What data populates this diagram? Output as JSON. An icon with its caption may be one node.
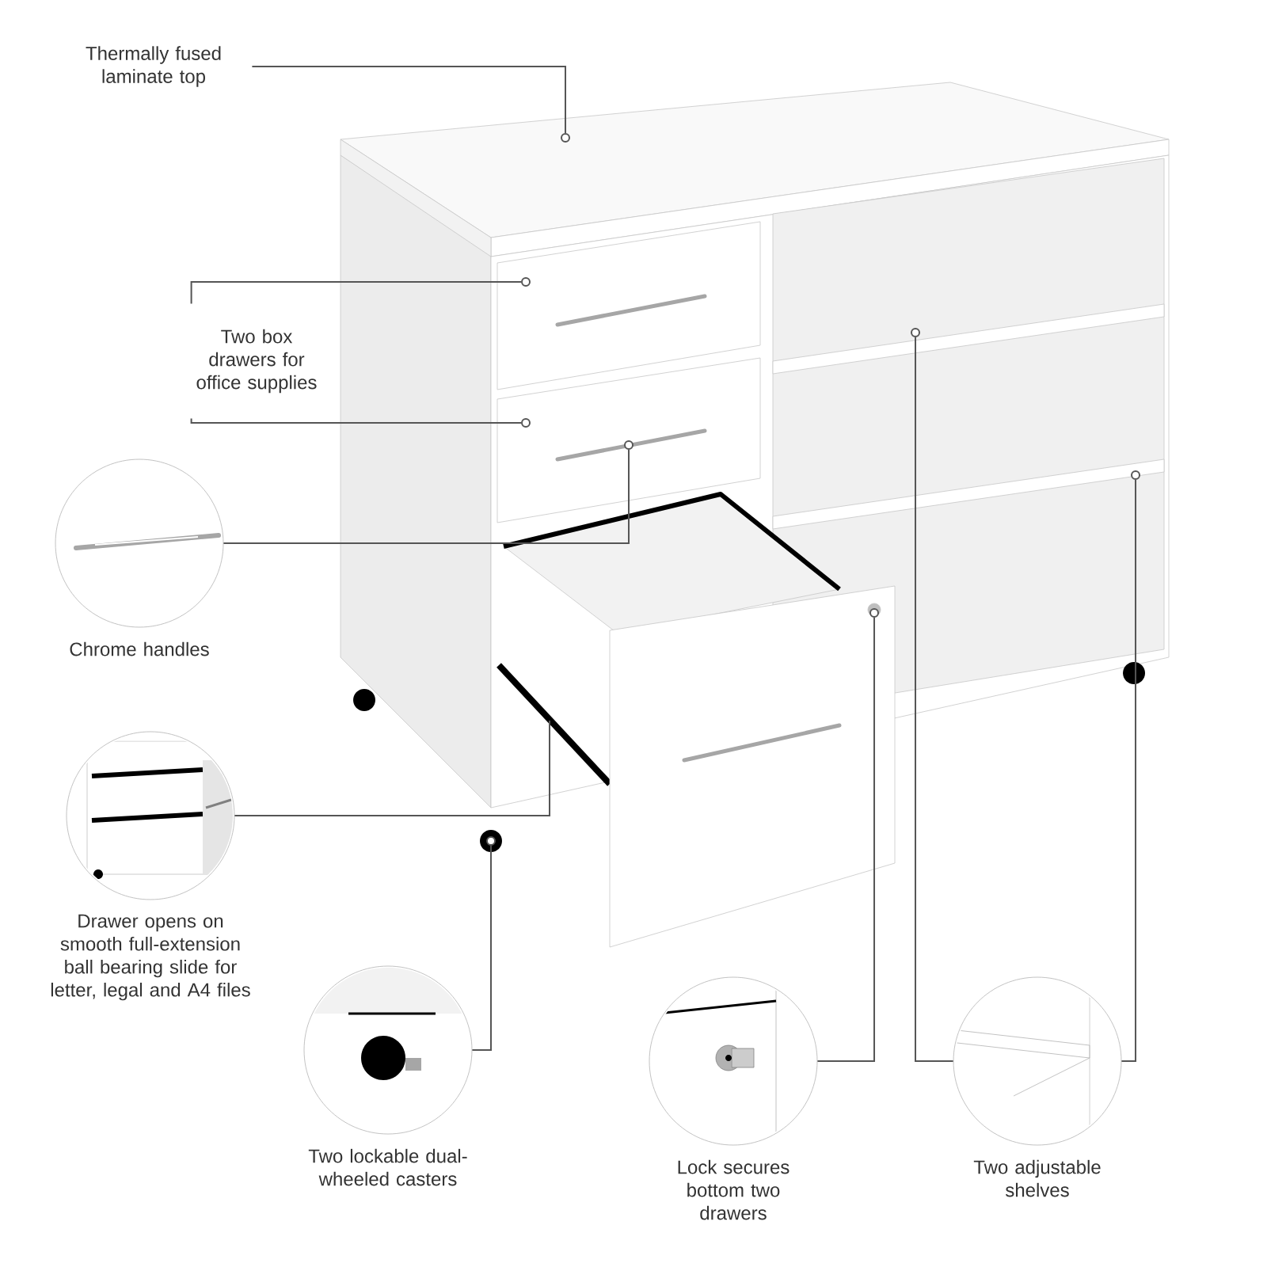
{
  "diagram": {
    "nodes": [
      {
        "text": [
          "Thermally fused laminate top"
        ]
      },
      {
        "text": [
          "Two box drawers for office supplies"
        ]
      },
      {
        "text": [],
        "shape": "picture",
        "beside": [
          "Chrome handles"
        ]
      },
      {
        "text": [],
        "shape": "picture",
        "beside": [
          "Drawer opens on smooth full-extension ball bearing slide for letter, legal and A4 files"
        ]
      },
      {
        "text": [],
        "shape": "picture",
        "beside": [
          "Two lockable dual-wheeled casters"
        ]
      },
      {
        "text": [],
        "shape": "picture",
        "beside": [
          "Lock secures bottom two drawers"
        ]
      },
      {
        "text": [],
        "shape": "picture",
        "beside": [
          "Two adjustable shelves"
        ]
      },
      {
        "text": [],
        "shape": "circle"
      },
      {
        "text": [],
        "shape": "circle"
      },
      {
        "text": [],
        "shape": "circle"
      },
      {
        "text": [],
        "shape": "circle"
      },
      {
        "text": [],
        "shape": "circle"
      },
      {
        "text": [],
        "shape": "circle"
      },
      {
        "text": [],
        "shape": "circle"
      },
      {
        "text": [],
        "shape": "circle"
      }
    ],
    "edges": [
      {
        "from": 0,
        "to": 7,
        "arrow": "none"
      },
      {
        "from": 1,
        "to": 8,
        "arrow": "none"
      },
      {
        "from": 1,
        "to": 9,
        "arrow": "none"
      },
      {
        "from": 2,
        "to": 10,
        "arrow": "none"
      },
      {
        "from": 3,
        "to": null,
        "arrow": "none"
      },
      {
        "from": 4,
        "to": 11,
        "arrow": "none"
      },
      {
        "from": 5,
        "to": 12,
        "arrow": "none"
      },
      {
        "from": 6,
        "to": 13,
        "arrow": "none"
      },
      {
        "from": 6,
        "to": 14,
        "arrow": "none"
      }
    ]
  }
}
